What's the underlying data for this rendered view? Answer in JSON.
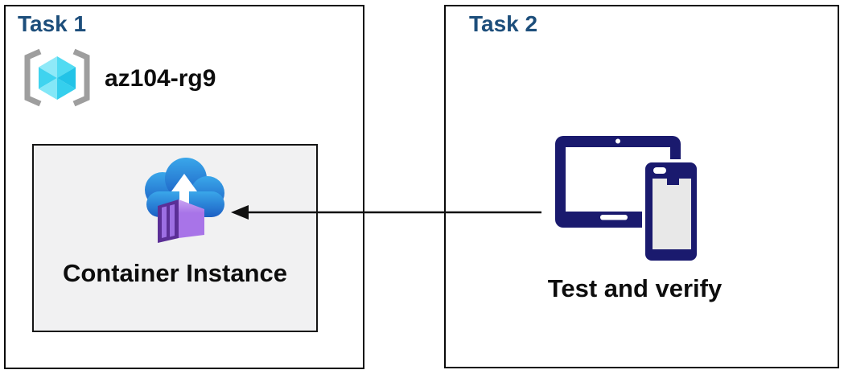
{
  "diagram": {
    "task1": {
      "title": "Task 1",
      "resource_group_name": "az104-rg9",
      "container_box_label": "Container Instance"
    },
    "task2": {
      "title": "Task 2",
      "device_caption": "Test and verify"
    },
    "connector": {
      "type": "arrow",
      "direction": "from task2 devices to container instance (points left)"
    },
    "colors": {
      "heading": "#1d4e7b",
      "text": "#0d0d0d",
      "device_navy": "#1a1a6e",
      "container_inner_bg": "#f1f1f2",
      "cloud_blue_top": "#3aa7ea",
      "cloud_blue_bottom": "#1c5fc4",
      "container_purple": "#a874e8",
      "container_purple_light": "#c9a4f2",
      "container_purple_dark": "#5b2f96",
      "container_stripe": "#9d6fe3",
      "cube_cyan_light": "#8fe9f8",
      "cube_cyan": "#52dbf2",
      "cube_cyan_dark": "#22c3e7",
      "bracket_gray": "#9e9e9e",
      "phone_screen_gray": "#e8e8e8",
      "arrow_black": "#111111"
    }
  }
}
